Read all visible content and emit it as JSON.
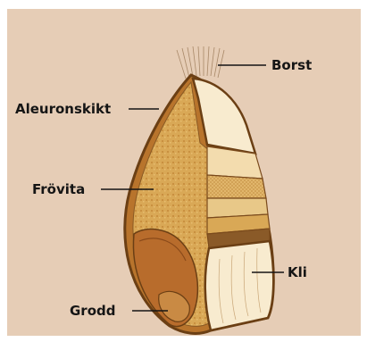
{
  "diagram": {
    "labels": {
      "borst": "Borst",
      "aleuronskikt": "Aleuronskikt",
      "frovita": "Frövita",
      "kli": "Kli",
      "grodd": "Grodd"
    },
    "colors": {
      "background": "#e6cdb6",
      "outline": "#6b3f14",
      "endosperm": "#d9a856",
      "bran": "#f6e6c4",
      "germ": "#b86c2c",
      "text": "#151515"
    }
  }
}
